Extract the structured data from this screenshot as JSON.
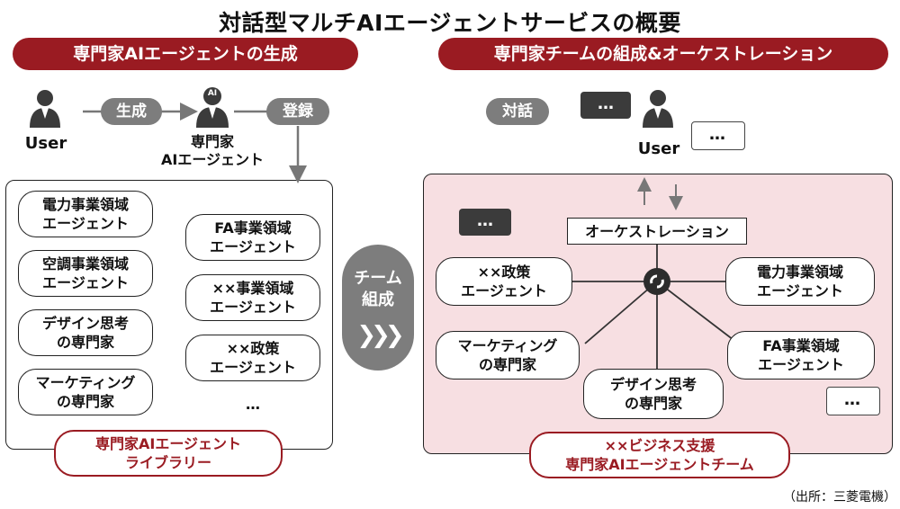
{
  "title": "対話型マルチAIエージェントサービスの概要",
  "left": {
    "banner": "専門家AIエージェントの生成",
    "user_label": "User",
    "generate_label": "生成",
    "agent_icon_text": "AI",
    "agent_label": "専門家\nAIエージェント",
    "register_label": "登録",
    "library_items": [
      "電力事業領域\nエージェント",
      "FA事業領域\nエージェント",
      "空調事業領域\nエージェント",
      "××事業領域\nエージェント",
      "デザイン思考\nの専門家",
      "××政策\nエージェント",
      "マーケティング\nの専門家",
      "…"
    ],
    "library_footer": "専門家AIエージェント\nライブラリー"
  },
  "middle": {
    "label": "チーム\n組成",
    "arrows": "❯❯❯"
  },
  "right": {
    "banner": "専門家チームの組成&オーケストレーション",
    "dialogue_label": "対話",
    "bubble_text": "…",
    "user_label": "User",
    "orchestration_label": "オーケストレーション",
    "team_nodes": [
      "××政策\nエージェント",
      "電力事業領域\nエージェント",
      "マーケティング\nの専門家",
      "FA事業領域\nエージェント",
      "デザイン思考\nの専門家"
    ],
    "team_footer": "××ビジネス支援\n専門家AIエージェントチーム"
  },
  "source": "（出所：三菱電機）",
  "colors": {
    "accent": "#9a1b22",
    "grey": "#7d7d7d",
    "team_bg": "#f7dfe2",
    "dark_bubble": "#3b3b3b"
  },
  "icons": [
    "user-icon",
    "ai-agent-icon",
    "chat-bubble-icon",
    "orchestration-hub-icon",
    "chevron-arrows-icon"
  ]
}
